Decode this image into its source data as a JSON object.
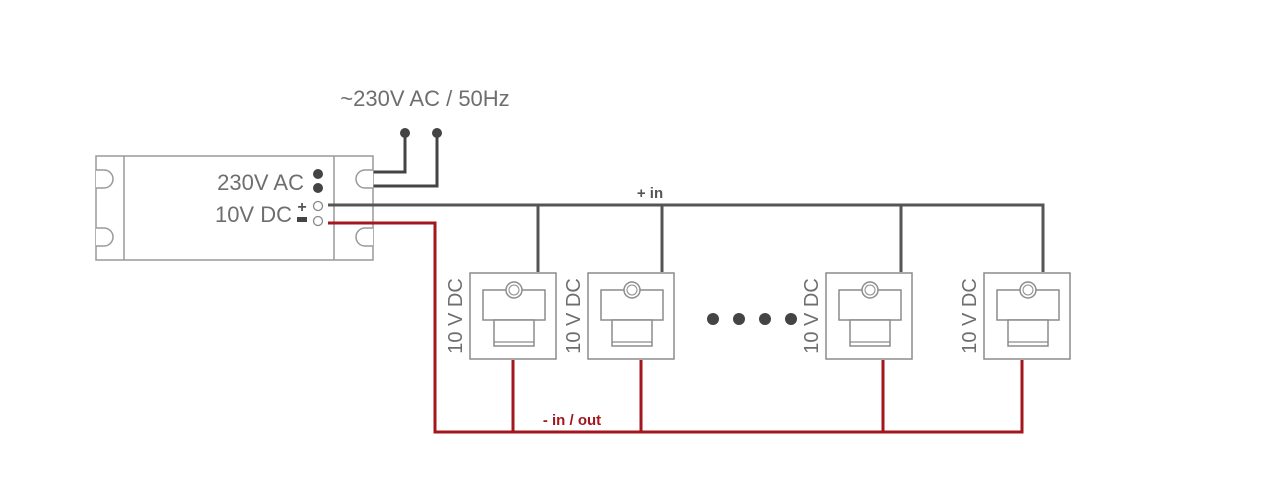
{
  "diagram": {
    "mains_label": "~230V AC / 50Hz",
    "psu": {
      "ac_label": "230V AC",
      "dc_label": "10V DC",
      "plus_sign": "+",
      "minus_sign": "−"
    },
    "positive_bus_label": "+ in",
    "negative_bus_label": "- in / out",
    "lamps": [
      {
        "voltage_label": "10 V DC"
      },
      {
        "voltage_label": "10 V DC"
      },
      {
        "voltage_label": "10 V DC"
      },
      {
        "voltage_label": "10 V DC"
      }
    ],
    "ellipsis_dots": 4,
    "colors": {
      "positive_wire": "#555555",
      "negative_wire": "#a3161c",
      "outline": "#8c8c8c"
    }
  }
}
